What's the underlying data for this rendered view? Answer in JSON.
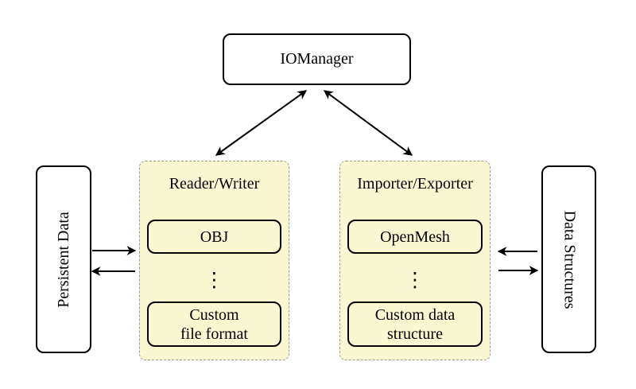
{
  "diagram": {
    "io_manager": {
      "label": "IOManager"
    },
    "persistent_data": {
      "label": "Persistent Data"
    },
    "data_structures": {
      "label": "Data Structures"
    },
    "reader_writer": {
      "title": "Reader/Writer",
      "items": {
        "top": "OBJ",
        "ellipsis": "⋮",
        "bottom": {
          "lines": [
            "Custom",
            "file format"
          ]
        }
      }
    },
    "importer_exporter": {
      "title": "Importer/Exporter",
      "items": {
        "top": "OpenMesh",
        "ellipsis": "⋮",
        "bottom": {
          "lines": [
            "Custom data",
            "structure"
          ]
        }
      }
    },
    "colors": {
      "background": "#FFFFFF",
      "panel_fill": "#FAF8D0",
      "panel_dashed_border": "#9A9A9A",
      "box_border": "#000000",
      "arrow": "#000000"
    }
  }
}
